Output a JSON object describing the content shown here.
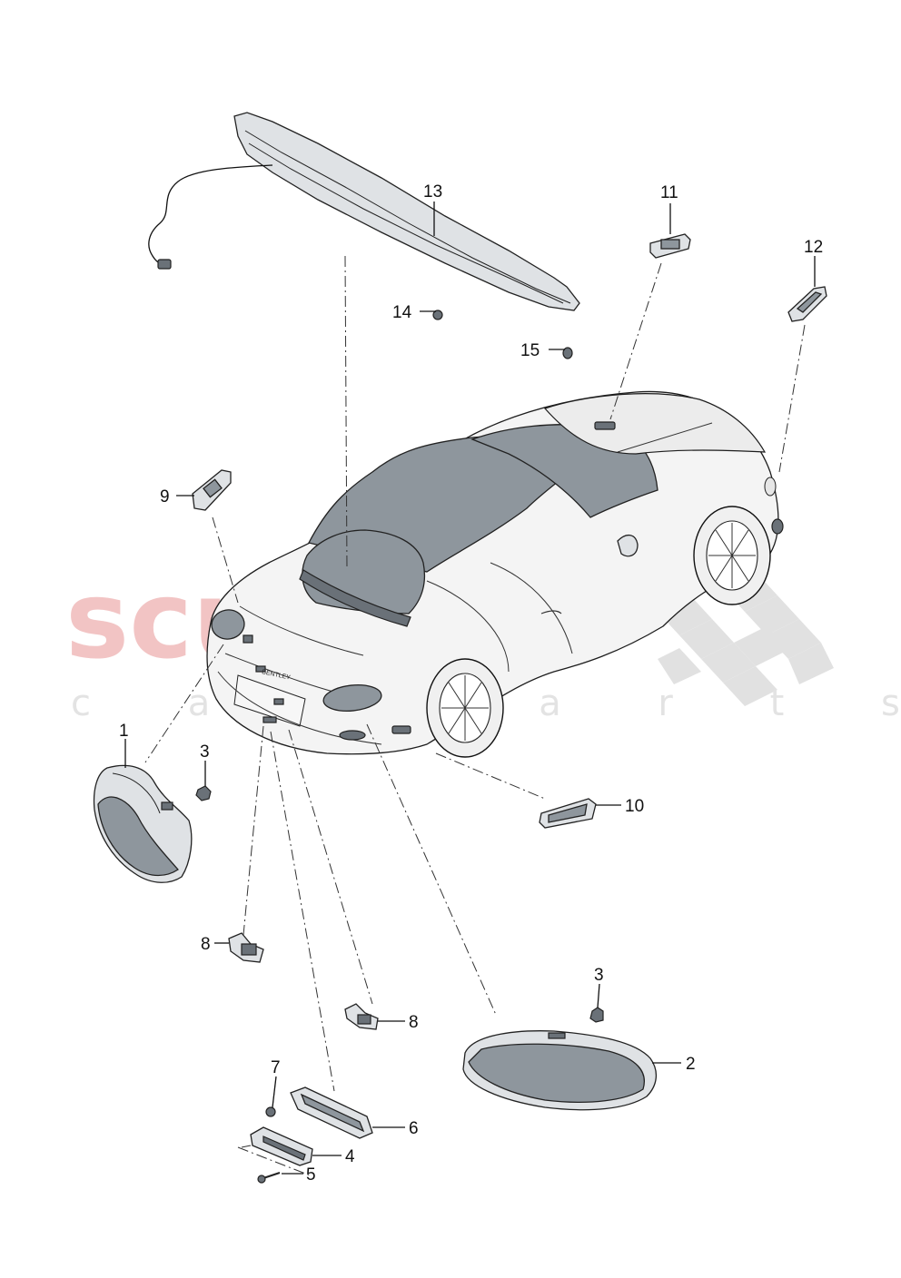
{
  "watermark": {
    "brand": "scuderia",
    "sub": "c a r p a r t s"
  },
  "callouts": [
    {
      "id": "1",
      "text": "1"
    },
    {
      "id": "2",
      "text": "2"
    },
    {
      "id": "3a",
      "text": "3"
    },
    {
      "id": "3b",
      "text": "3"
    },
    {
      "id": "4",
      "text": "4"
    },
    {
      "id": "5",
      "text": "5"
    },
    {
      "id": "6",
      "text": "6"
    },
    {
      "id": "7",
      "text": "7"
    },
    {
      "id": "8a",
      "text": "8"
    },
    {
      "id": "8b",
      "text": "8"
    },
    {
      "id": "9",
      "text": "9"
    },
    {
      "id": "10",
      "text": "10"
    },
    {
      "id": "11",
      "text": "11"
    },
    {
      "id": "12",
      "text": "12"
    },
    {
      "id": "13",
      "text": "13"
    },
    {
      "id": "14",
      "text": "14"
    },
    {
      "id": "15",
      "text": "15"
    }
  ],
  "car_badge": "BENTLEY",
  "colors": {
    "watermark_red": "#f2c4c4",
    "checker": "#dcdcdc",
    "line": "#222222",
    "lamp_glass": "#8e969d"
  }
}
